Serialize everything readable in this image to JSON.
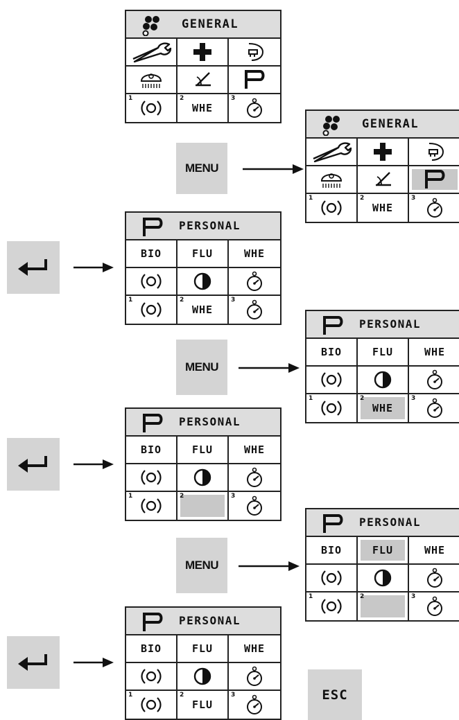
{
  "general_header": "GENERAL",
  "personal_header": "PERSONAL",
  "buttons": {
    "menu": "MENU",
    "esc": "ESC"
  },
  "grid_labels": {
    "bio": "BIO",
    "flu": "FLU",
    "whe": "WHE"
  },
  "slot_numbers": [
    "1",
    "2",
    "3"
  ]
}
